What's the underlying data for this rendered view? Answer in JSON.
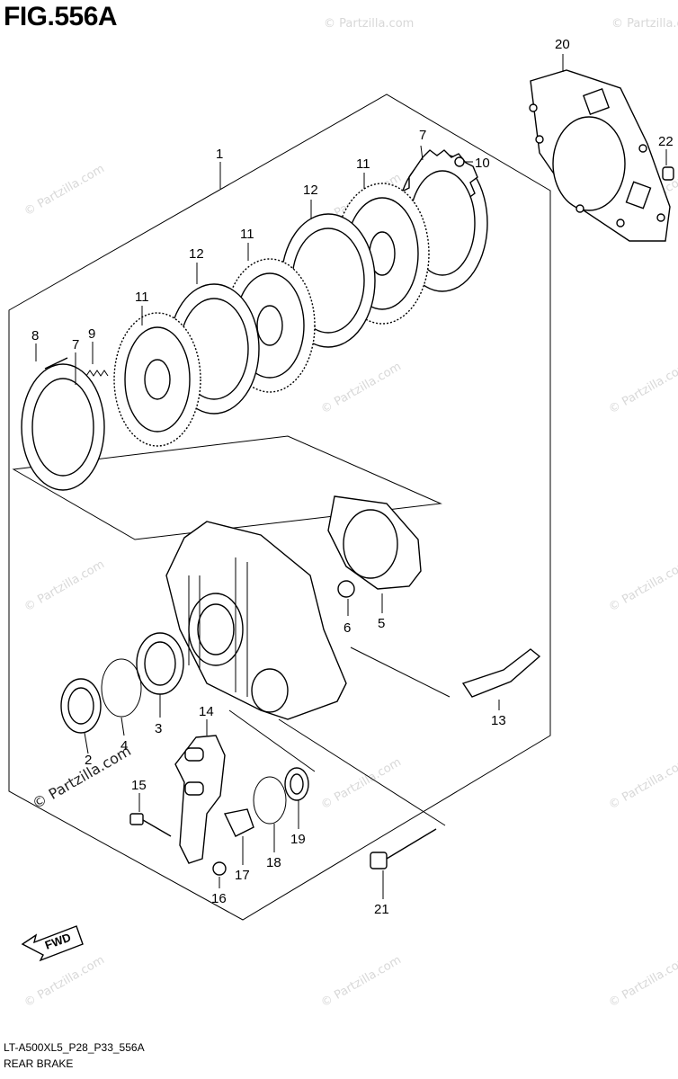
{
  "figure": {
    "title": "FIG.556A",
    "code": "LT-A500XL5_P28_P33_556A",
    "caption": "REAR BRAKE",
    "fwd_label": "FWD"
  },
  "watermark": {
    "text": "© Partzilla.com"
  },
  "callouts": [
    "1",
    "2",
    "3",
    "4",
    "5",
    "6",
    "7",
    "7",
    "8",
    "9",
    "10",
    "11",
    "11",
    "11",
    "12",
    "12",
    "13",
    "14",
    "15",
    "16",
    "17",
    "18",
    "19",
    "20",
    "21",
    "22"
  ]
}
